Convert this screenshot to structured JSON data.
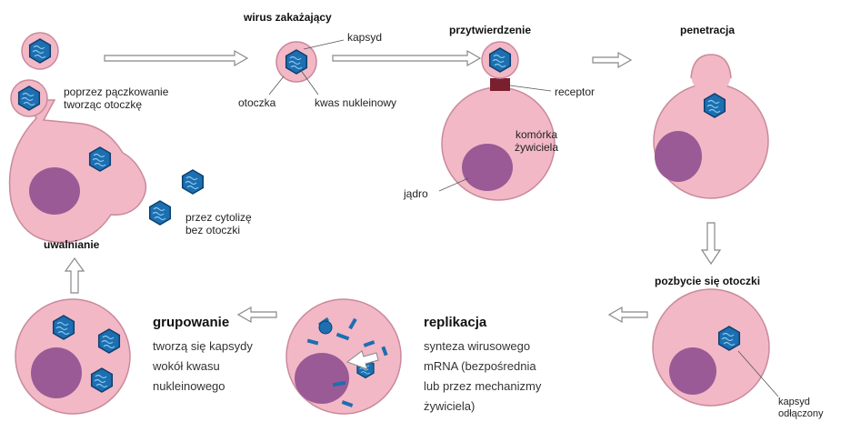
{
  "labels": {
    "infecting_virus": "wirus zakażający",
    "capsid": "kapsyd",
    "envelope": "otoczka",
    "nucleic_acid": "kwas nukleinowy",
    "attachment": "przytwierdzenie",
    "receptor": "receptor",
    "host_cell": [
      "komórka",
      "żywiciela"
    ],
    "nucleus": "jądro",
    "penetration": "penetracja",
    "uncoating": "pozbycie się otoczki",
    "capsid_detached": [
      "kapsyd",
      "odłączony"
    ],
    "replication": "replikacja",
    "replication_desc": [
      "synteza wirusowego",
      "mRNA (bezpośrednia",
      "lub przez mechanizmy",
      "żywiciela)"
    ],
    "assembly": "grupowanie",
    "assembly_desc": [
      "tworzą się kapsydy",
      "wokół kwasu",
      "nukleinowego"
    ],
    "release": "uwalnianie",
    "budding": [
      "poprzez pączkowanie",
      "tworząc otoczkę"
    ],
    "lysis": [
      "przez cytolizę",
      "bez otoczki"
    ]
  },
  "colors": {
    "cell_fill": "#f2b8c6",
    "cell_stroke": "#c98a9c",
    "nucleus_fill": "#9a5a96",
    "capsid_fill": "#1c6fb0",
    "capsid_stroke": "#0d3f6e",
    "receptor": "#7a1f2e",
    "arrow_stroke": "#888888"
  }
}
